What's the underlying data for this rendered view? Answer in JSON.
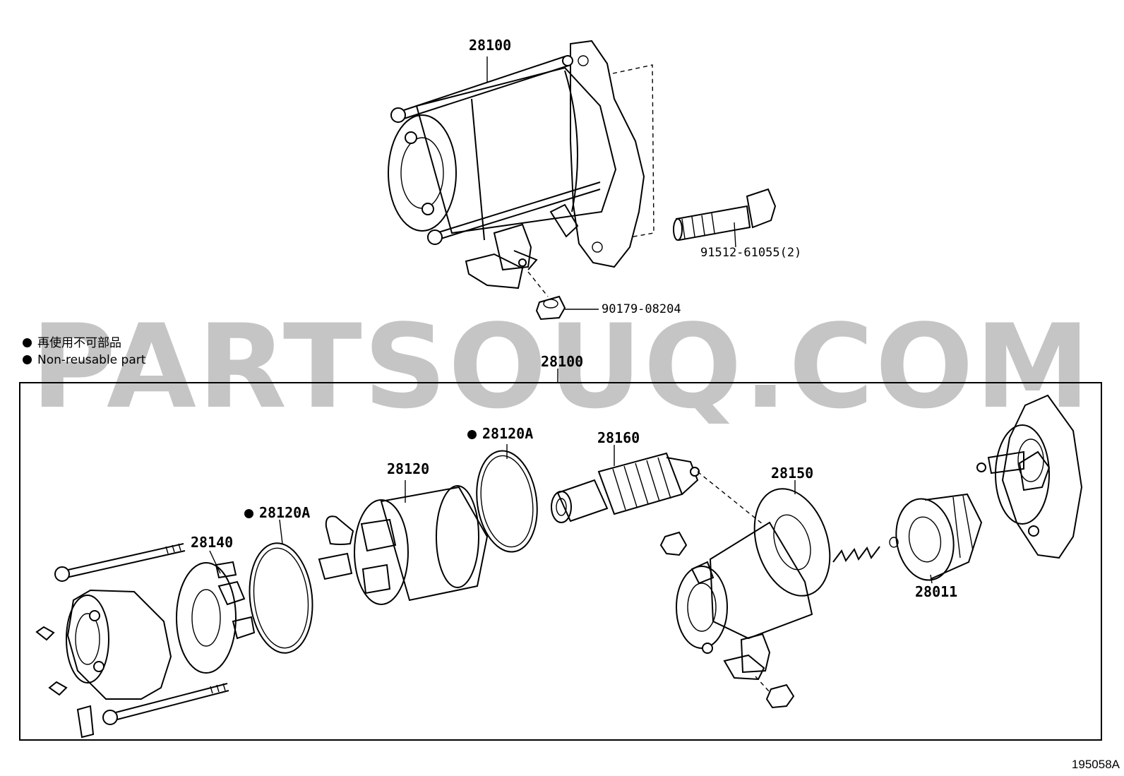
{
  "legend": {
    "jp": "再使用不可部品",
    "en": "Non-reusable part"
  },
  "watermark": "PARTSOUQ.COM",
  "figure_number": "195058A",
  "callouts": {
    "assembly_top": "28100",
    "bolt": "91512-61055(2)",
    "nut": "90179-08204",
    "assembly_frame": "28100",
    "ring_left": "28120A",
    "ring_right": "28120A",
    "yoke": "28120",
    "armature": "28160",
    "brush_holder": "28140",
    "solenoid": "28150",
    "clutch": "28011"
  }
}
